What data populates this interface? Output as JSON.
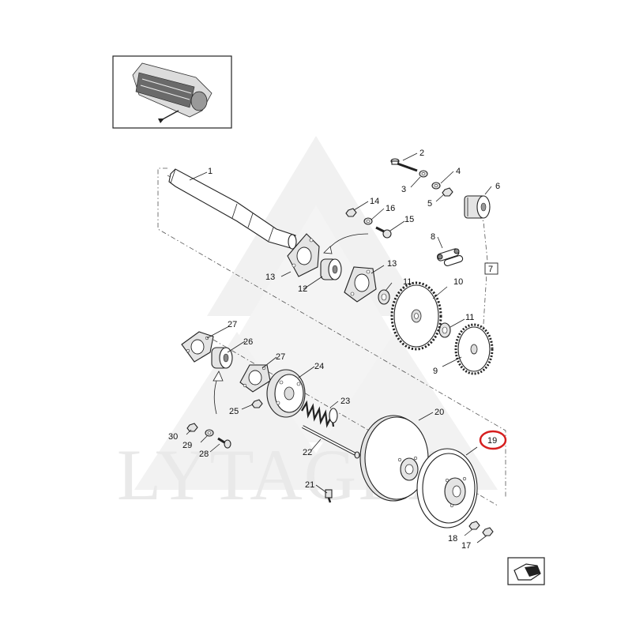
{
  "watermark": {
    "text": "LYTAGRA"
  },
  "callouts": {
    "c1": "1",
    "c2": "2",
    "c3": "3",
    "c4": "4",
    "c5": "5",
    "c6": "6",
    "c7": "7",
    "c8": "8",
    "c9": "9",
    "c10": "10",
    "c11a": "11",
    "c11b": "11",
    "c12": "12",
    "c13a": "13",
    "c13b": "13",
    "c14": "14",
    "c15": "15",
    "c16": "16",
    "c17": "17",
    "c18": "18",
    "c19": "19",
    "c20": "20",
    "c21": "21",
    "c22": "22",
    "c23": "23",
    "c24": "24",
    "c25": "25",
    "c26": "26",
    "c27a": "27",
    "c27b": "27",
    "c28": "28",
    "c29": "29",
    "c30": "30"
  },
  "highlight": {
    "part": "19",
    "color": "#d61f1f"
  },
  "icons": {
    "nav": "next-page-arrow-icon",
    "thumbnail": "machine-location-thumbnail"
  }
}
